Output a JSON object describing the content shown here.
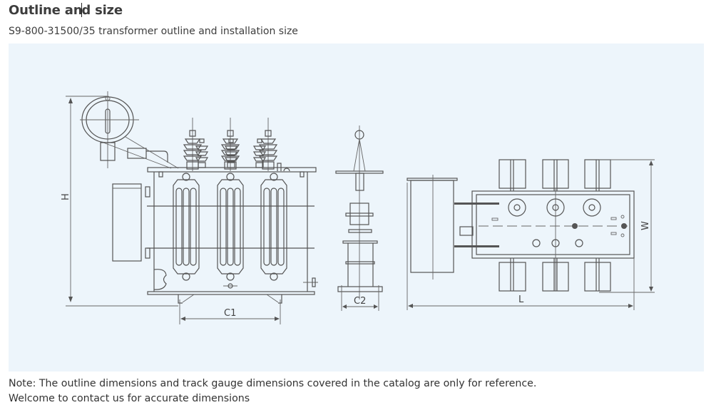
{
  "header": {
    "title_part1": "Outline an",
    "title_part2": "d size",
    "subtitle": "S9-800-31500/35 transformer outline and installation size"
  },
  "drawing": {
    "labels": {
      "height": "H",
      "c1": "C1",
      "c2": "C2",
      "length": "L",
      "width": "W"
    },
    "views": [
      "front-view",
      "side-view",
      "top-view"
    ]
  },
  "note": {
    "line1": "Note: The outline dimensions and track gauge dimensions covered in the catalog are only for reference.",
    "line2": "Welcome to contact us for accurate dimensions"
  }
}
